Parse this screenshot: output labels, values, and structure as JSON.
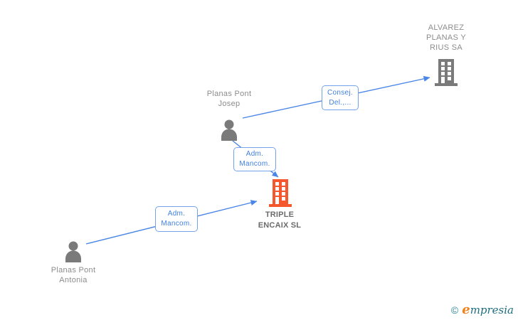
{
  "diagram": {
    "nodes": {
      "alvarez": {
        "type": "company",
        "icon": "building-icon",
        "icon_color": "#7a7a7a",
        "lines": [
          "ALVAREZ",
          "PLANAS Y",
          "RIUS SA"
        ]
      },
      "josep": {
        "type": "person",
        "icon": "person-icon",
        "icon_color": "#7a7a7a",
        "lines": [
          "Planas Pont",
          "Josep"
        ]
      },
      "triple": {
        "type": "company",
        "icon": "building-icon",
        "icon_color": "#f4582c",
        "lines": [
          "TRIPLE",
          "ENCAIX SL"
        ],
        "highlighted": true
      },
      "antonia": {
        "type": "person",
        "icon": "person-icon",
        "icon_color": "#7a7a7a",
        "lines": [
          "Planas Pont",
          "Antonia"
        ]
      }
    },
    "edges": [
      {
        "from": "josep",
        "to": "alvarez",
        "lines": [
          "Consej.",
          "Del.,..."
        ]
      },
      {
        "from": "josep",
        "to": "triple",
        "lines": [
          "Adm.",
          "Mancom."
        ]
      },
      {
        "from": "antonia",
        "to": "triple",
        "lines": [
          "Adm.",
          "Mancom."
        ]
      }
    ],
    "colors": {
      "edge_line": "#4a86e8",
      "edge_box_border": "#74a3ea",
      "edge_box_text": "#4080e0",
      "node_gray": "#7a7a7a",
      "node_text_gray": "#8c8c8c",
      "main_company_orange": "#f4582c",
      "main_company_text": "#6b6b6b"
    }
  },
  "footer": {
    "copyright": "©",
    "brand_first_letter": "e",
    "brand_rest": "mpresia"
  }
}
